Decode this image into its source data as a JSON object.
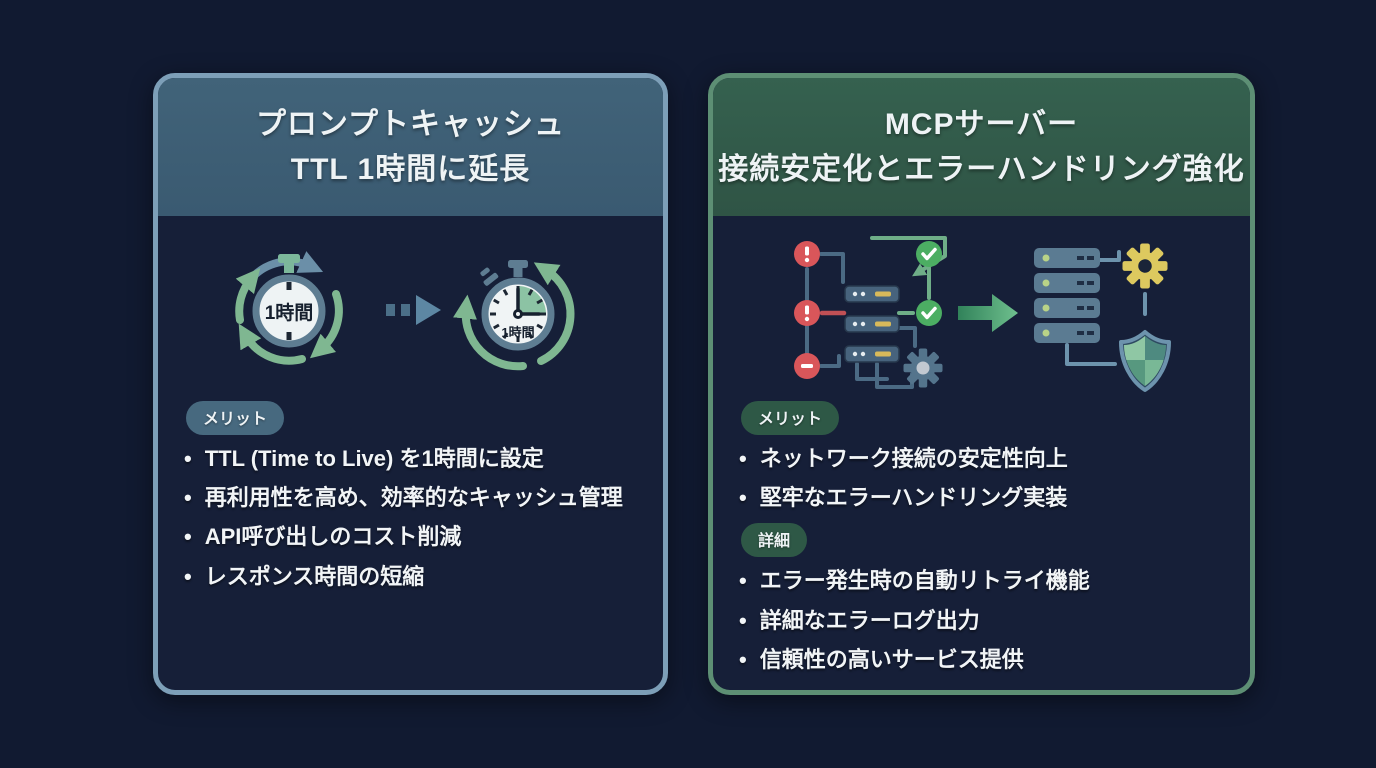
{
  "bullet_char": "•",
  "page": {
    "background": "#111a31"
  },
  "cards": {
    "cache": {
      "title_line1": "プロンプトキャッシュ",
      "title_line2": "TTL 1時間に延長",
      "stopwatch_label_before": "1時間",
      "stopwatch_label_after": "1時間",
      "badge_merit": "メリット",
      "bullets": [
        "TTL (Time to Live) を1時間に設定",
        "再利用性を高め、効率的なキャッシュ管理",
        "API呼び出しのコスト削減",
        "レスポンス時間の短縮"
      ],
      "colors": {
        "border": "#7d9fb8",
        "header_bg": "#3b5c73",
        "badge_bg": "#47697f"
      }
    },
    "mcp": {
      "title_line1": "MCPサーバー",
      "title_line2": "接続安定化とエラーハンドリング強化",
      "badge_merit": "メリット",
      "merit_bullets": [
        "ネットワーク接続の安定性向上",
        "堅牢なエラーハンドリング実装"
      ],
      "badge_detail": "詳細",
      "detail_bullets": [
        "エラー発生時の自動リトライ機能",
        "詳細なエラーログ出力",
        "信頼性の高いサービス提供"
      ],
      "colors": {
        "border": "#5d8f74",
        "header_bg": "#315847",
        "badge_bg": "#2e5846"
      }
    }
  },
  "icons": {
    "cache_before": "stopwatch-cycle-icon",
    "cache_after": "stopwatch-hour-icon",
    "cache_transition": "dashed-arrow-icon",
    "mcp_before": "unstable-server-icon",
    "mcp_after": "stable-server-icon",
    "mcp_transition": "green-arrow-icon"
  },
  "palette": {
    "green": "#7fb791",
    "slate_blue": "#5d87a3",
    "error_red": "#d9565a",
    "ok_green": "#4cae63",
    "led_yellow": "#d8b95a",
    "gear_yellow": "#ddc95f",
    "text": "#f2f5f7"
  }
}
